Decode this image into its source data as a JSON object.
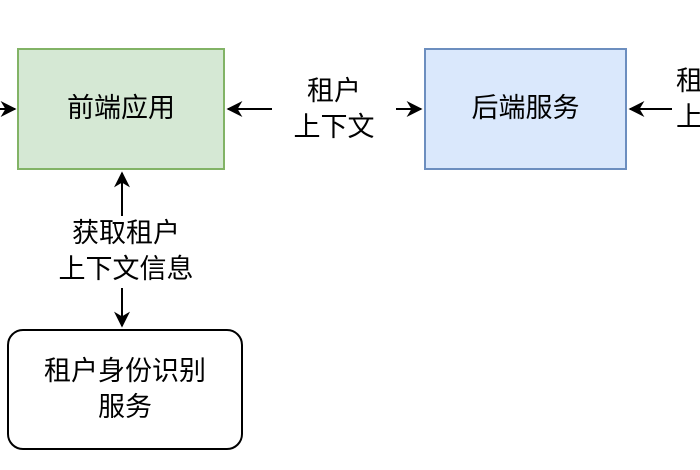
{
  "colors": {
    "frontend_fill": "#d5e8d4",
    "frontend_stroke": "#82b366",
    "backend_fill": "#dae8fc",
    "backend_stroke": "#6c8ebf",
    "edge": "#000000"
  },
  "nodes": {
    "frontend": {
      "label": "前端应用"
    },
    "backend": {
      "label": "后端服务"
    },
    "tenant_service": {
      "lines": [
        "租户身份识别",
        "服务"
      ]
    }
  },
  "edges": {
    "frontend_backend": {
      "lines": [
        "租户",
        "上下文"
      ]
    },
    "frontend_tenant": {
      "lines": [
        "获取租户",
        "上下文信息"
      ]
    },
    "right_cut": {
      "lines": [
        "租",
        "上"
      ]
    }
  }
}
